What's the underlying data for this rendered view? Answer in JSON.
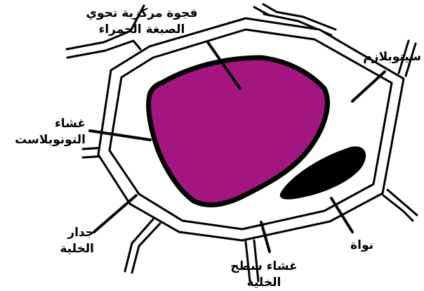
{
  "labels": {
    "vacuole": [
      "فجوة مركزية تحوي",
      "الصبغة الحمراء"
    ],
    "cytoplasm": [
      "سيتوبلازم"
    ],
    "tonoplast": [
      "غشاء",
      "التونوبلاست"
    ],
    "cell_wall": [
      "جدار",
      "الخلية"
    ],
    "nucleus": [
      "نواة"
    ],
    "cell_membrane": [
      "غشاء سطح",
      "الخلية"
    ]
  },
  "colors": {
    "vacuole_fill": "#a3167f",
    "outline": "#000000",
    "nucleus_fill": "#000000",
    "background": "#ffffff"
  }
}
